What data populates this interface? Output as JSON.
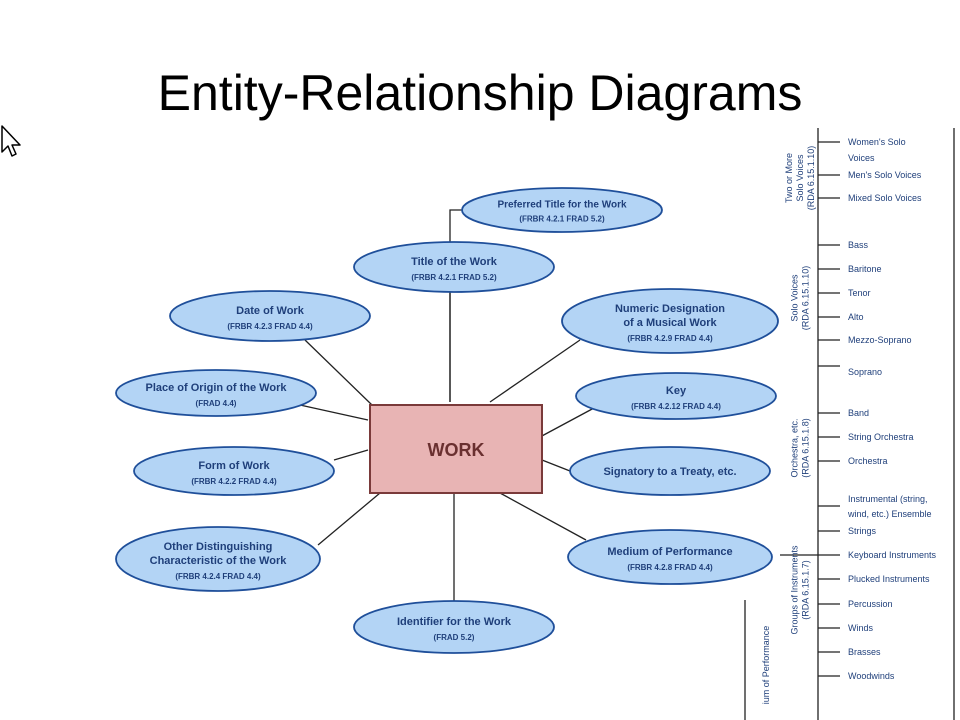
{
  "slide": {
    "title": "Entity-Relationship Diagrams"
  },
  "center": {
    "label": "WORK"
  },
  "nodes": {
    "preferred_title": {
      "title": [
        "Preferred Title for the Work"
      ],
      "ref": "(FRBR 4.2.1   FRAD 5.2)"
    },
    "title_of_work": {
      "title": [
        "Title of the Work"
      ],
      "ref": "(FRBR 4.2.1   FRAD 5.2)"
    },
    "date_of_work": {
      "title": [
        "Date of Work"
      ],
      "ref": "(FRBR 4.2.3   FRAD 4.4)"
    },
    "numeric_designation": {
      "title": [
        "Numeric Designation",
        "of a Musical Work"
      ],
      "ref": "(FRBR 4.2.9   FRAD 4.4)"
    },
    "place_of_origin": {
      "title": [
        "Place of Origin of the Work"
      ],
      "ref": "(FRAD 4.4)"
    },
    "key": {
      "title": [
        "Key"
      ],
      "ref": "(FRBR 4.2.12   FRAD 4.4)"
    },
    "form_of_work": {
      "title": [
        "Form of Work"
      ],
      "ref": "(FRBR 4.2.2   FRAD 4.4)"
    },
    "signatory": {
      "title": [
        "Signatory to a Treaty, etc."
      ],
      "ref": ""
    },
    "other_characteristic": {
      "title": [
        "Other Distinguishing",
        "Characteristic of the Work"
      ],
      "ref": "(FRBR 4.2.4   FRAD 4.4)"
    },
    "medium_of_performance": {
      "title": [
        "Medium of Performance"
      ],
      "ref": "(FRBR 4.2.8   FRAD 4.4)"
    },
    "identifier": {
      "title": [
        "Identifier for the Work"
      ],
      "ref": "(FRAD 5.2)"
    }
  },
  "tree": {
    "groups": [
      {
        "label": [
          "Two or More",
          "Solo Voices",
          "(RDA 6.15.1.10)"
        ]
      },
      {
        "label": [
          "Solo Voices",
          "(RDA 6.15.1.10)"
        ]
      },
      {
        "label": [
          "Orchestra, etc.",
          "(RDA 6.15.1.8)"
        ]
      },
      {
        "label": [
          "Groups of Instruments",
          "(RDA 6.15.1.7)"
        ]
      },
      {
        "label": [
          "ium of Performance"
        ]
      }
    ],
    "items": [
      "Women's Solo",
      "Voices",
      "Men's Solo Voices",
      "Mixed Solo Voices",
      "Bass",
      "Baritone",
      "Tenor",
      "Alto",
      "Mezzo-Soprano",
      "Soprano",
      "Band",
      "String Orchestra",
      "Orchestra",
      "Instrumental (string,",
      "wind, etc.) Ensemble",
      "Strings",
      "Keyboard Instruments",
      "Plucked Instruments",
      "Percussion",
      "Winds",
      "Brasses",
      "Woodwinds"
    ]
  },
  "colors": {
    "ellipse_fill": "#b3d4f5",
    "ellipse_stroke": "#1f4f9a",
    "text": "#1f3f7a",
    "center_fill": "#e8b4b4",
    "center_stroke": "#7a3a3a",
    "line": "#222222"
  }
}
